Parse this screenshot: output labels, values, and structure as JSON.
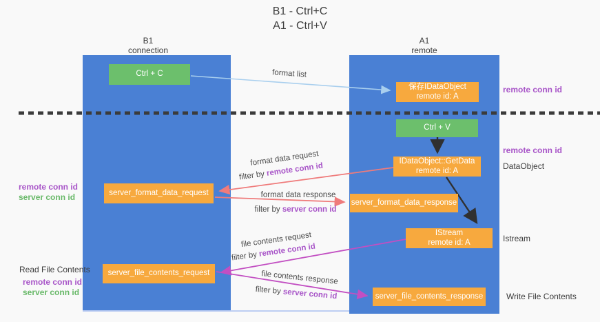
{
  "title": {
    "line1": "B1 - Ctrl+C",
    "line2": "A1 - Ctrl+V"
  },
  "columns": {
    "left": {
      "header_line1": "B1",
      "header_line2": "connection"
    },
    "right": {
      "header_line1": "A1",
      "header_line2": "remote"
    }
  },
  "nodes": {
    "ctrl_c": {
      "label": "Ctrl + C"
    },
    "ctrl_v": {
      "label": "Ctrl + V"
    },
    "save_idataobject": {
      "line1": "保存IDataObject",
      "line2": "remote id: A"
    },
    "getdata": {
      "line1": "IDataObject::GetData",
      "line2": "remote id: A"
    },
    "istream": {
      "line1": "IStream",
      "line2": "remote id: A"
    },
    "server_format_data_request": {
      "label": "server_format_data_request"
    },
    "server_format_data_response": {
      "label": "server_format_data_response"
    },
    "server_file_contents_request": {
      "label": "server_file_contents_request"
    },
    "server_file_contents_response": {
      "label": "server_file_contents_response"
    }
  },
  "flow_labels": {
    "format_list": "format list",
    "format_data_request": "format data request",
    "format_data_response": "format data response",
    "file_contents_request": "file contents request",
    "file_contents_response": "file contents response",
    "filter_by": "filter by",
    "remote_conn_id": "remote conn id",
    "server_conn_id": "server conn id"
  },
  "side_labels": {
    "remote_conn_id": "remote conn id",
    "server_conn_id": "server conn id",
    "dataobject": "DataObject",
    "istream": "Istream",
    "read_file_contents": "Read File Contents",
    "write_file_contents": "Write File Contents"
  },
  "colors": {
    "column_blue": "#4a80d4",
    "box_green": "#6cbf6c",
    "box_orange": "#f7a93e",
    "purple_text": "#a855c8",
    "green_text": "#69b969",
    "arrow_lightblue": "#a9cfee",
    "arrow_salmon": "#ef7b7b",
    "arrow_magenta": "#c24fc2",
    "arrow_black": "#303030",
    "dashed_line": "#3b3b3b"
  }
}
